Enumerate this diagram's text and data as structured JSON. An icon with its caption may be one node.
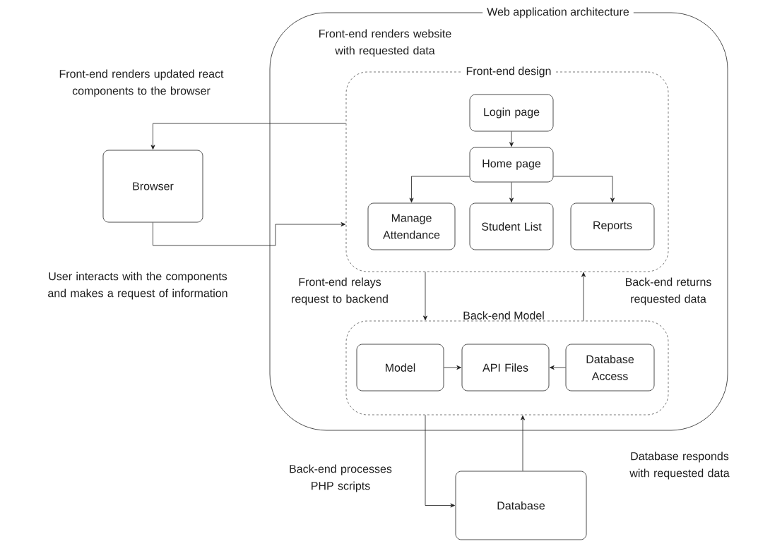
{
  "diagram": {
    "nodes": [
      {
        "text": [
          "Web application architecture"
        ]
      },
      {
        "text": [
          "Front-end design"
        ],
        "in": 0
      },
      {
        "text": [
          "Login page"
        ],
        "in": 1
      },
      {
        "text": [
          "Home page"
        ],
        "in": 1
      },
      {
        "text": [
          "Manage Attendance"
        ],
        "in": 1
      },
      {
        "text": [
          "Student List"
        ],
        "in": 1
      },
      {
        "text": [
          "Reports"
        ],
        "in": 1
      },
      {
        "text": [
          "Back-end Model"
        ],
        "in": 0
      },
      {
        "text": [
          "Model"
        ],
        "in": 7
      },
      {
        "text": [
          "API Files"
        ],
        "in": 7
      },
      {
        "text": [
          "Database Access"
        ],
        "in": 7
      },
      {
        "text": [
          "Browser"
        ]
      },
      {
        "text": [
          "Database"
        ]
      }
    ],
    "edges": [
      {
        "from": 1,
        "to": 11,
        "arrow": "to"
      },
      {
        "from": 11,
        "to": 1,
        "arrow": "to"
      },
      {
        "from": 2,
        "to": 3,
        "arrow": "to"
      },
      {
        "from": 3,
        "to": 4,
        "arrow": "to"
      },
      {
        "from": 3,
        "to": 5,
        "arrow": "to"
      },
      {
        "from": 3,
        "to": 6,
        "arrow": "to"
      },
      {
        "from": 1,
        "to": 7,
        "arrow": "to"
      },
      {
        "from": 7,
        "to": 1,
        "arrow": "to"
      },
      {
        "from": 8,
        "to": 9,
        "arrow": "to"
      },
      {
        "from": 10,
        "to": 9,
        "arrow": "to"
      },
      {
        "from": 7,
        "to": 12,
        "arrow": "to"
      },
      {
        "from": 12,
        "to": 7,
        "arrow": "to"
      }
    ],
    "labels": [
      "Front-end renders website with requested data",
      "Front-end renders updated react components to the browser",
      "User interacts with the components and makes a request of information",
      "Front-end relays request to backend",
      "Back-end returns requested data",
      "Back-end processes PHP scripts",
      "Database responds with requested data"
    ]
  }
}
